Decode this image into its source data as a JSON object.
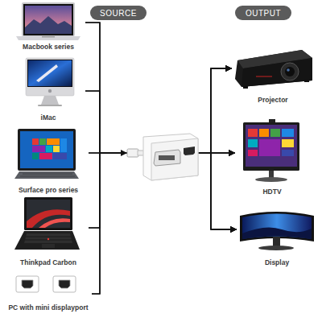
{
  "diagram": {
    "nodes": [
      {
        "text": [
          "SOURCE"
        ]
      },
      {
        "text": [
          "OUTPUT"
        ]
      },
      {
        "text": [
          "Macbook series"
        ]
      },
      {
        "text": [
          "iMac"
        ]
      },
      {
        "text": [
          "Surface pro series"
        ]
      },
      {
        "text": [
          "Thinkpad Carbon"
        ]
      },
      {
        "text": [
          "PC with mini displayport"
        ]
      },
      {
        "text": [
          "Projector"
        ]
      },
      {
        "text": [
          "HDTV"
        ]
      },
      {
        "text": [
          "Display"
        ]
      }
    ],
    "edges": [
      {
        "from": 2,
        "to": 7,
        "arrow": "to"
      },
      {
        "from": 2,
        "to": 8,
        "arrow": "to"
      },
      {
        "from": 2,
        "to": 9,
        "arrow": "to"
      },
      {
        "from": 3,
        "to": 7,
        "arrow": "to"
      },
      {
        "from": 3,
        "to": 8,
        "arrow": "to"
      },
      {
        "from": 3,
        "to": 9,
        "arrow": "to"
      },
      {
        "from": 4,
        "to": 7,
        "arrow": "to"
      },
      {
        "from": 4,
        "to": 8,
        "arrow": "to"
      },
      {
        "from": 4,
        "to": 9,
        "arrow": "to"
      },
      {
        "from": 5,
        "to": 7,
        "arrow": "to"
      },
      {
        "from": 5,
        "to": 8,
        "arrow": "to"
      },
      {
        "from": 5,
        "to": 9,
        "arrow": "to"
      },
      {
        "from": 6,
        "to": 7,
        "arrow": "to"
      },
      {
        "from": 6,
        "to": 8,
        "arrow": "to"
      },
      {
        "from": 6,
        "to": 9,
        "arrow": "to"
      }
    ]
  }
}
